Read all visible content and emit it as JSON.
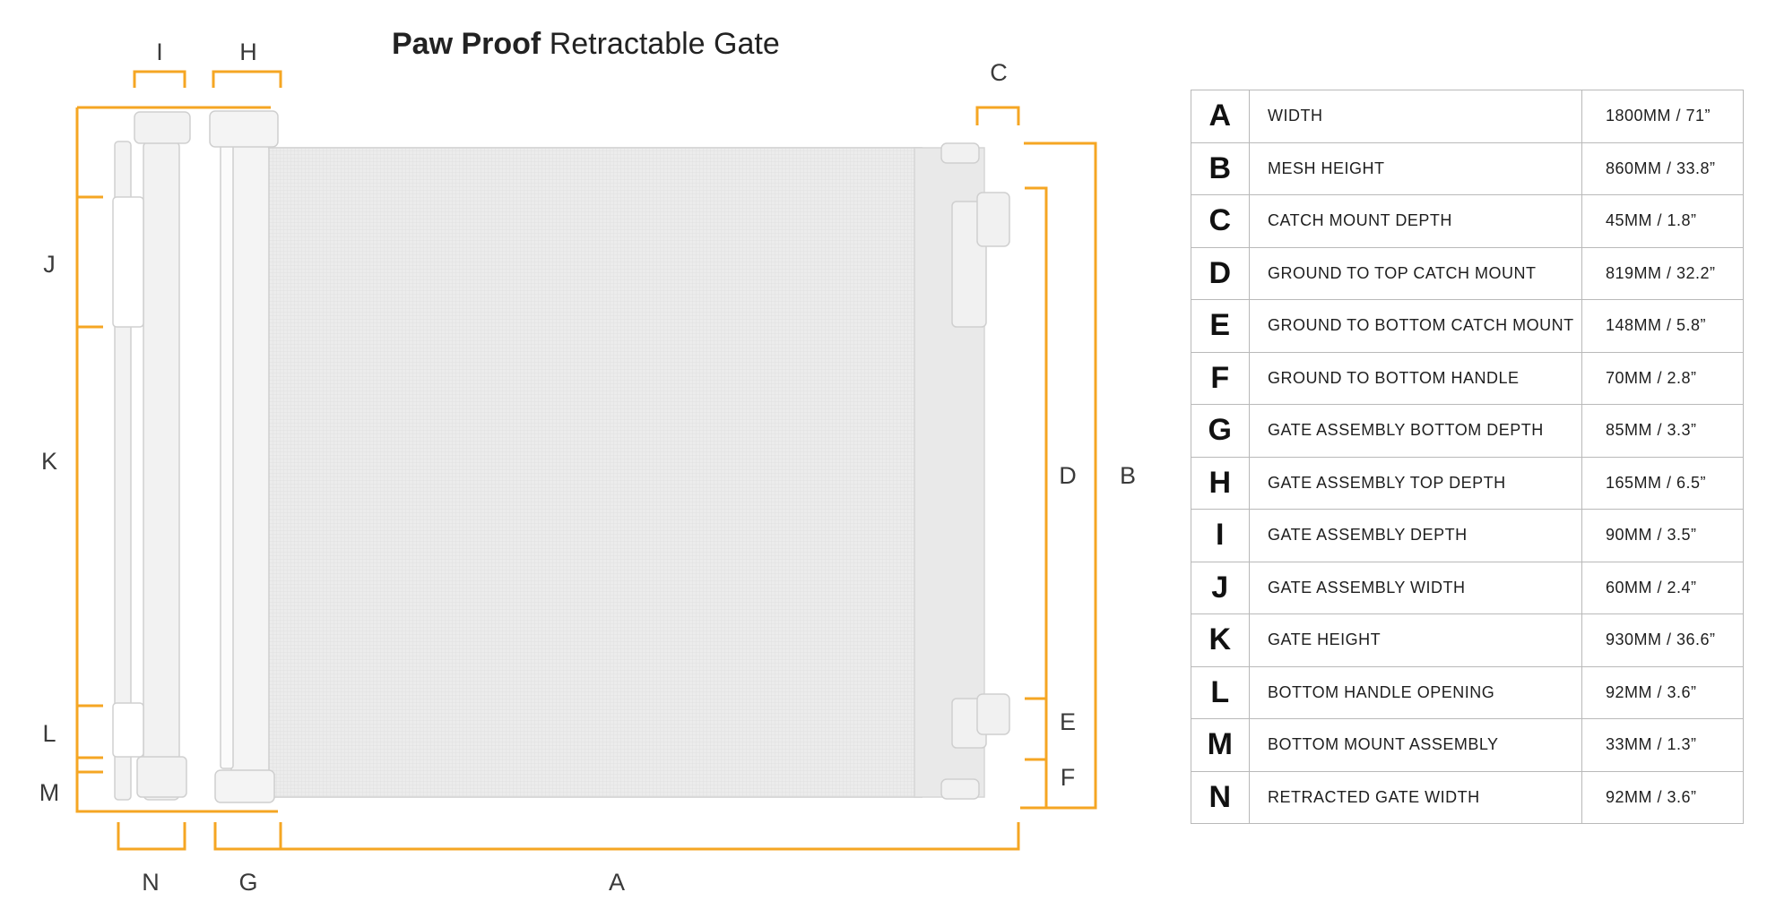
{
  "title": {
    "bold": "Paw Proof",
    "regular": "Retractable Gate"
  },
  "colors": {
    "accent": "#f5a623",
    "gate": "#e8e8e8",
    "border": "#b9b9b9"
  },
  "labels": {
    "I": "I",
    "H": "H",
    "C": "C",
    "J": "J",
    "K": "K",
    "L": "L",
    "M": "M",
    "N": "N",
    "G": "G",
    "A": "A",
    "D": "D",
    "B": "B",
    "E": "E",
    "F": "F"
  },
  "rows": [
    {
      "key": "A",
      "desc": "WIDTH",
      "value": "1800MM / 71”"
    },
    {
      "key": "B",
      "desc": "MESH HEIGHT",
      "value": "860MM / 33.8”"
    },
    {
      "key": "C",
      "desc": "CATCH MOUNT DEPTH",
      "value": "45MM / 1.8”"
    },
    {
      "key": "D",
      "desc": "GROUND TO TOP CATCH MOUNT",
      "value": "819MM / 32.2”"
    },
    {
      "key": "E",
      "desc": "GROUND TO BOTTOM CATCH MOUNT",
      "value": "148MM / 5.8”"
    },
    {
      "key": "F",
      "desc": "GROUND TO BOTTOM HANDLE",
      "value": "70MM / 2.8”"
    },
    {
      "key": "G",
      "desc": "GATE ASSEMBLY BOTTOM DEPTH",
      "value": "85MM / 3.3”"
    },
    {
      "key": "H",
      "desc": "GATE ASSEMBLY TOP DEPTH",
      "value": "165MM / 6.5”"
    },
    {
      "key": "I",
      "desc": "GATE ASSEMBLY DEPTH",
      "value": "90MM / 3.5”"
    },
    {
      "key": "J",
      "desc": "GATE ASSEMBLY WIDTH",
      "value": "60MM / 2.4”"
    },
    {
      "key": "K",
      "desc": "GATE HEIGHT",
      "value": "930MM / 36.6”"
    },
    {
      "key": "L",
      "desc": "BOTTOM HANDLE OPENING",
      "value": "92MM / 3.6”"
    },
    {
      "key": "M",
      "desc": "BOTTOM MOUNT ASSEMBLY",
      "value": "33MM / 1.3”"
    },
    {
      "key": "N",
      "desc": "RETRACTED GATE WIDTH",
      "value": "92MM / 3.6”"
    }
  ]
}
